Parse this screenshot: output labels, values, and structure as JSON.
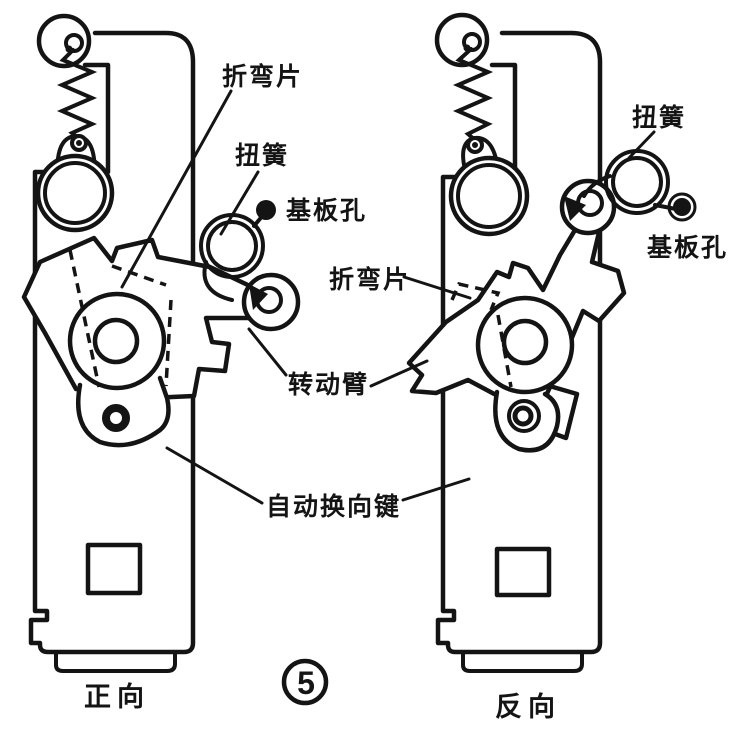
{
  "figure": {
    "number": "5",
    "caption_left": "正向",
    "caption_right": "反向"
  },
  "labels": {
    "left": {
      "bend_tab": "折弯片",
      "torsion_spring": "扭簧",
      "base_plate_hole": "基板孔",
      "rotating_arm": "转动臂"
    },
    "shared": {
      "auto_reverse_key": "自动换向键"
    },
    "right": {
      "torsion_spring": "扭簧",
      "base_plate_hole": "基板孔",
      "bend_tab": "折弯片"
    }
  },
  "colors": {
    "ink": "#141414",
    "paper": "#ffffff"
  }
}
